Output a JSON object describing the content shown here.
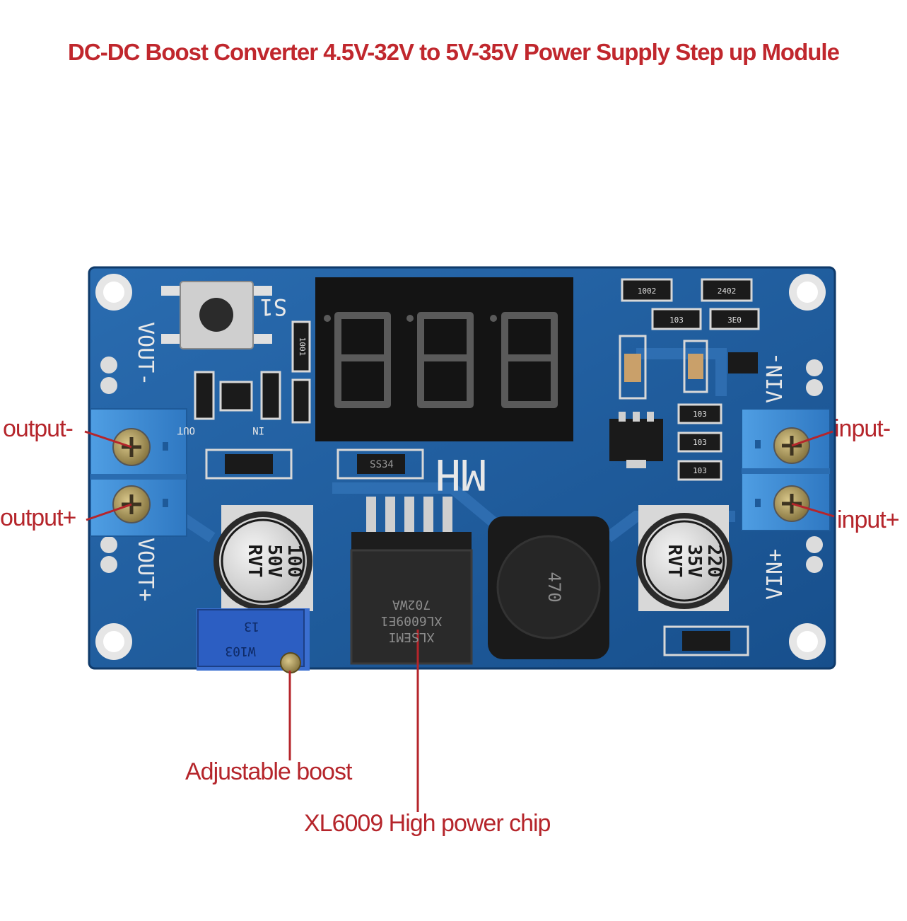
{
  "title": "DC-DC Boost Converter 4.5V-32V to 5V-35V Power Supply Step up Module",
  "callouts": {
    "output_minus": "output-",
    "output_plus": "output+",
    "input_minus": "input-",
    "input_plus": "input+",
    "adjustable": "Adjustable boost",
    "chip": "XL6009 High power chip"
  },
  "board_markings": {
    "vout_minus": "VOUT-",
    "vout_plus": "VOUT+",
    "vin_minus": "VIN-",
    "vin_plus": "VIN+",
    "s1": "S1",
    "mh": "MH",
    "out": "OUT",
    "in": "IN",
    "cap_left": [
      "100",
      "50V",
      "RVT"
    ],
    "cap_right": [
      "220",
      "35V",
      "RVT"
    ],
    "chip_lines": [
      "XLSEMI",
      "XL6009E1",
      "702WA"
    ],
    "inductor": "470",
    "diode": "SS34",
    "pot_top": "13",
    "pot": "W103",
    "res_1002": "1002",
    "res_2402": "2402",
    "res_103": "103",
    "res_3e0": "3E0",
    "res_1001": "1001"
  },
  "colors": {
    "title": "#c0272d",
    "callout": "#b5252b",
    "pcb": "#1d5a9c",
    "terminal": "#3f8fd6"
  }
}
